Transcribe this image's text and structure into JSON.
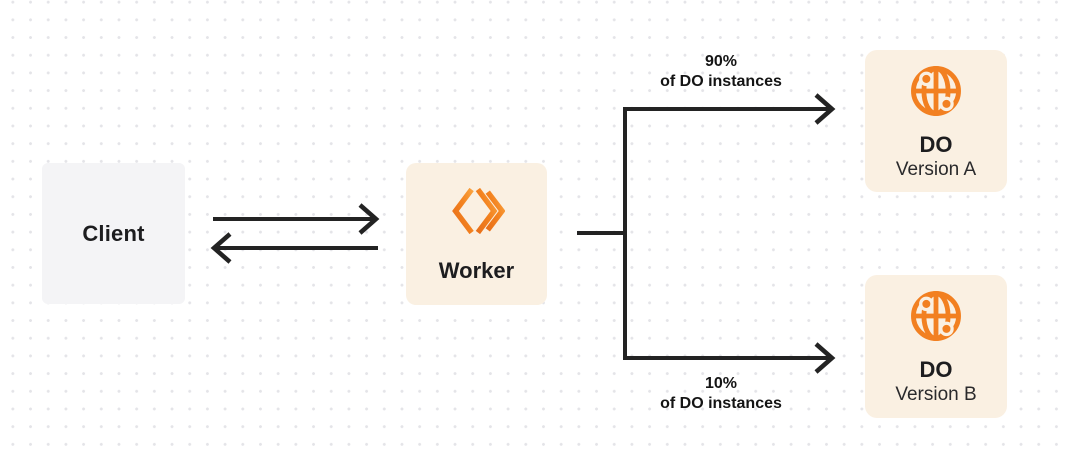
{
  "nodes": {
    "client": {
      "label": "Client"
    },
    "worker": {
      "label": "Worker",
      "icon": "workers-logo-icon"
    },
    "do_version_a": {
      "title": "DO",
      "subtitle": "Version A",
      "icon": "globe-icon"
    },
    "do_version_b": {
      "title": "DO",
      "subtitle": "Version B",
      "icon": "globe-icon"
    }
  },
  "edges": {
    "client_worker": {
      "type": "bidirectional-arrows"
    },
    "top_branch": {
      "percent": "90%",
      "caption": "of DO instances"
    },
    "bottom_branch": {
      "percent": "10%",
      "caption": "of DO instances"
    }
  },
  "colors": {
    "accent_orange": "#F28021",
    "panel_cream": "#FAF0E2",
    "panel_gray": "#F4F4F6",
    "line_dark": "#232323",
    "dot_grid": "#E4E4E8"
  }
}
